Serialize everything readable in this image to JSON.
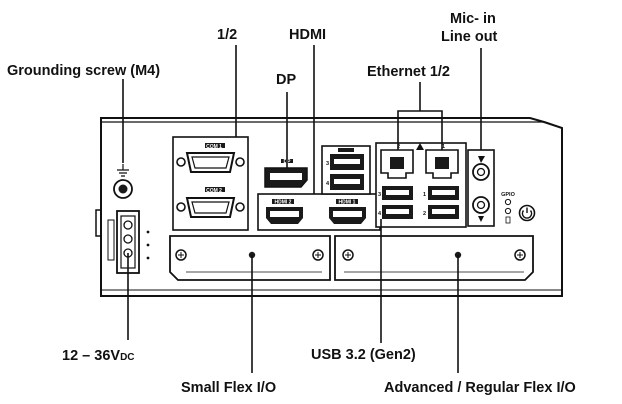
{
  "labels": {
    "serial": "1/2",
    "hdmi": "HDMI",
    "mic_in": "Mic- in",
    "line_out": "Line out",
    "grounding": "Grounding screw (M4)",
    "dp": "DP",
    "ethernet": "Ethernet 1/2",
    "power_main": "12 – 36V",
    "power_sub": "DC",
    "usb": "USB 3.2 (Gen2)",
    "small_flex": "Small Flex I/O",
    "adv_flex": "Advanced / Regular Flex I/O"
  },
  "panel_text": {
    "com1": "COM 1",
    "com2": "COM 2",
    "dp_port": "DP",
    "hdmi2": "HDMI 2",
    "hdmi1": "HDMI 1",
    "usb3_num": "3",
    "usb4_num": "4",
    "usb1_num": "1",
    "usb2_num": "2",
    "lan2_num": "2",
    "lan1_num": "1",
    "gpio": "GPIO"
  },
  "colors": {
    "line": "#111111",
    "panel_fill": "#ffffff",
    "port_fill": "#1a1a1a"
  }
}
